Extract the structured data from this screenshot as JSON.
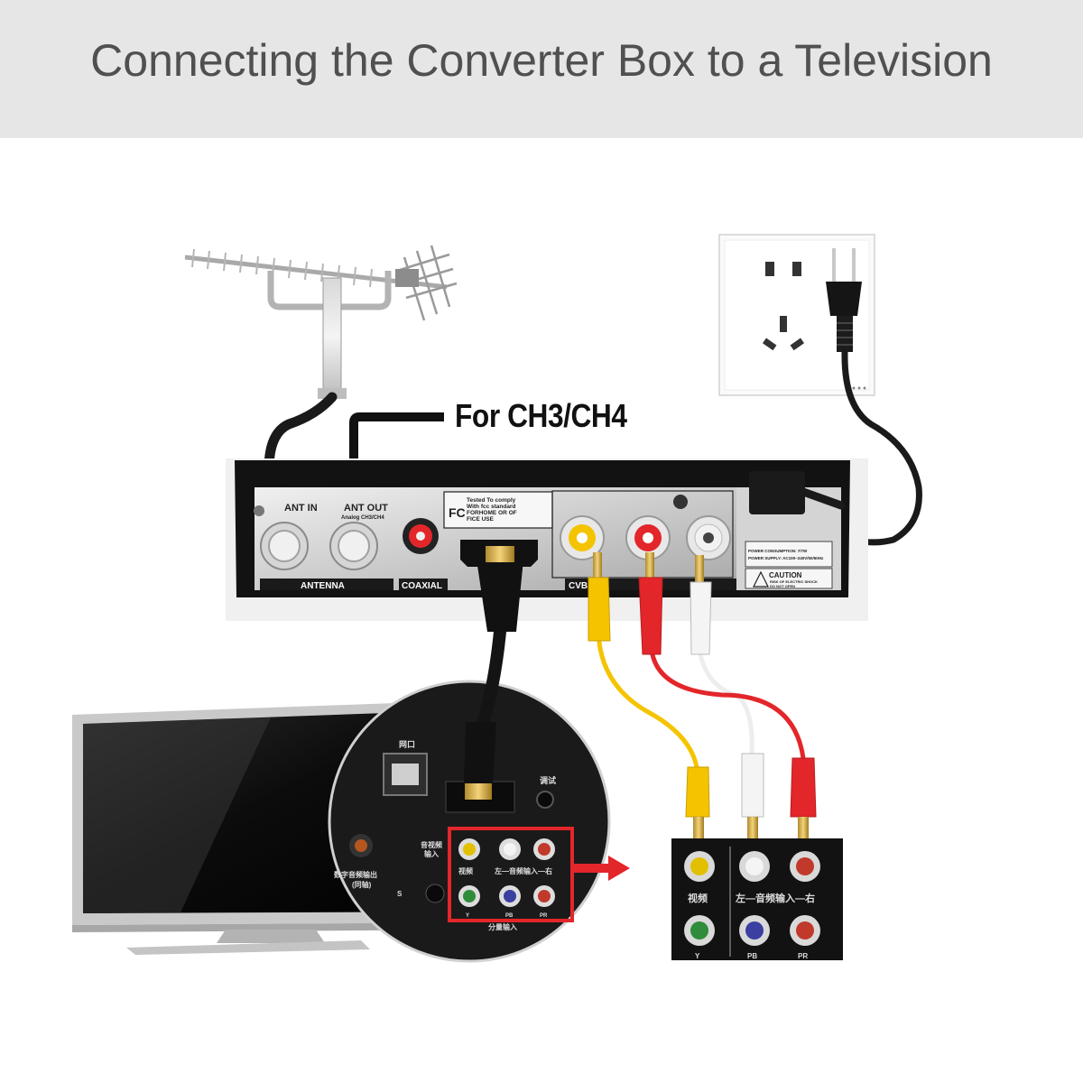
{
  "title": "Connecting the Converter Box to a Television",
  "callout": "For CH3/CH4",
  "box_panel": {
    "ant_in": "ANT IN",
    "ant_out": "ANT OUT",
    "ant_out_sub": "Analog CH3/CH4",
    "antenna": "ANTENNA",
    "coaxial": "COAXIAL",
    "cvbs": "CVBS",
    "fcc_mark": "FC",
    "fcc_text": [
      "Tested To comply",
      "With fcc standard",
      "FORHOME OR OF",
      "FICE USE"
    ],
    "power_text": [
      "POWER CONSUMPTION: 7/7W",
      "POWER SUPPLY: AC100~240V/50/60Hz"
    ],
    "caution_title": "CAUTION",
    "caution_text": [
      "RISK OF ELECTRIC SHOCK",
      "DO NOT OPEN"
    ]
  },
  "tv_panel": {
    "lan": "网口",
    "debug": "调试",
    "av_in": [
      "音视频",
      "输入"
    ],
    "video": "视频",
    "audio": "左—音频输入—右",
    "coax_out": [
      "数字音频输出",
      "(同轴)"
    ],
    "s_label": "S",
    "component": "分量输入",
    "y": "Y",
    "pb": "PB",
    "pr": "PR"
  },
  "colors": {
    "header_bg": "#e6e6e6",
    "title_text": "#505050",
    "arrow": "#e3262a",
    "highlight": "#e3262a",
    "rca_yellow": "#f5c400",
    "rca_red": "#e3262a",
    "rca_white": "#f2f2f2"
  }
}
